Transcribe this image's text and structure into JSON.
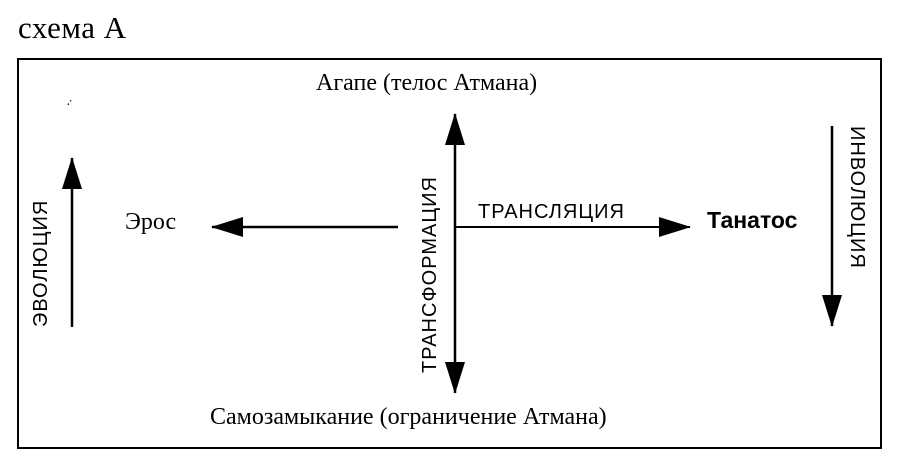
{
  "caption": "схема А",
  "labels": {
    "top": "Агапе (телос Атмана)",
    "bottom": "Самозамыкание (ограничение Атмана)",
    "left": "Эрос",
    "right": "Танатос",
    "horizontal_arrow": "ТРАНСЛЯЦИЯ",
    "vertical_arrow": "ТРАНСФОРМАЦИЯ",
    "left_side": "ЭВОЛЮЦИЯ",
    "right_side": "ИНВОЛЮЦИЯ",
    "mark": "·̇"
  }
}
